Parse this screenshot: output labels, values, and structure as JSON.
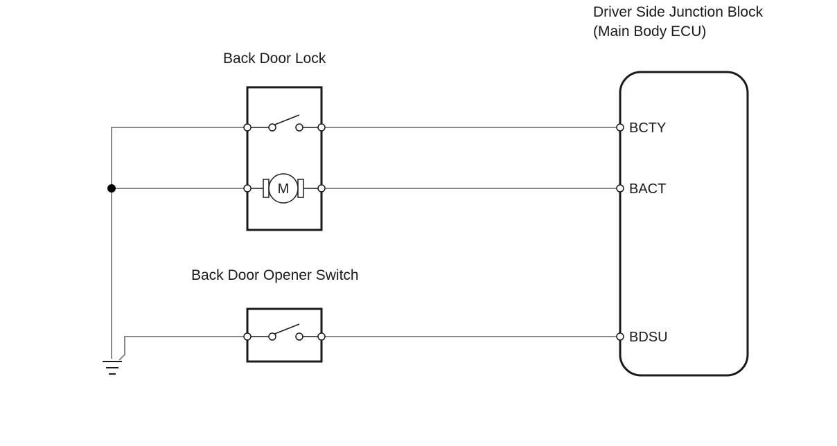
{
  "components": {
    "back_door_lock": {
      "label": "Back Door Lock",
      "motor_symbol": "M"
    },
    "back_door_opener_switch": {
      "label": "Back Door Opener Switch"
    },
    "junction_block": {
      "label_line1": "Driver Side Junction Block",
      "label_line2": "(Main Body ECU)",
      "pins": [
        "BCTY",
        "BACT",
        "BDSU"
      ]
    }
  }
}
